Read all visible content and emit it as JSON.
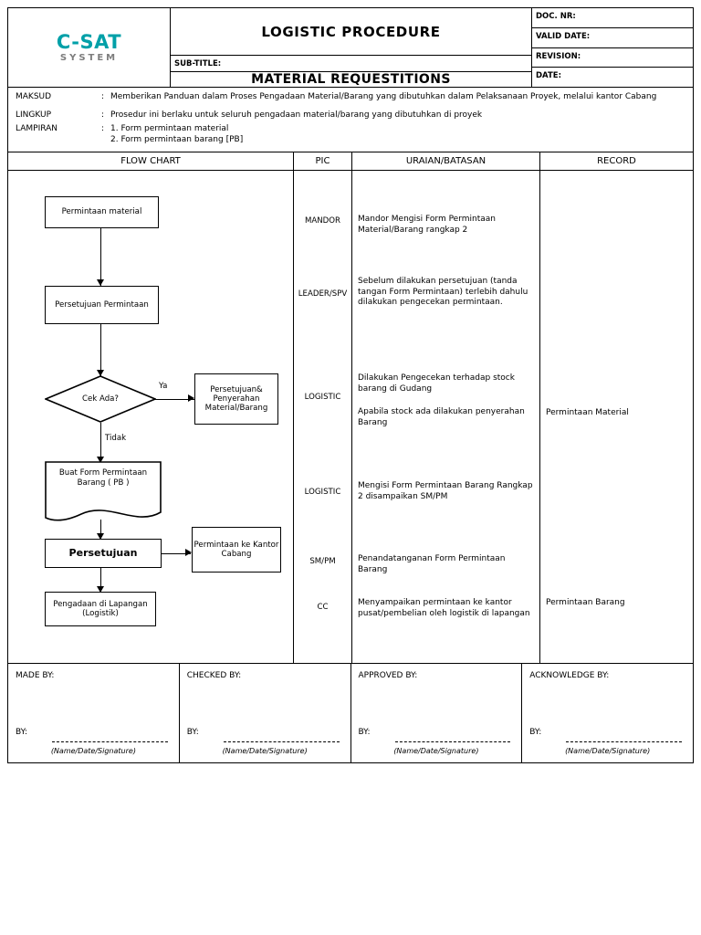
{
  "header": {
    "logo_main": "C-SAT",
    "logo_sub": "SYSTEM",
    "title": "LOGISTIC PROCEDURE",
    "subtitle_label": "SUB-TITLE:",
    "subtitle": "MATERIAL REQUESTITIONS",
    "fields": [
      {
        "label": "DOC. NR:"
      },
      {
        "label": "VALID DATE:"
      },
      {
        "label": "REVISION:"
      },
      {
        "label": "DATE:"
      }
    ]
  },
  "meta": {
    "maksud_label": "MAKSUD",
    "maksud_value": "Memberikan Panduan dalam Proses Pengadaan Material/Barang yang dibutuhkan dalam Pelaksanaan Proyek, melalui kantor Cabang",
    "lingkup_label": "LINGKUP",
    "lingkup_value": "Prosedur ini berlaku untuk seluruh pengadaan material/barang  yang dibutuhkan di proyek",
    "lampiran_label": "LAMPIRAN",
    "lampiran_value": "1. Form permintaan material",
    "lampiran_value2": "2. Form permintaan barang [PB]",
    "colon": ":"
  },
  "columns": {
    "flow_chart": "FLOW CHART",
    "pic": "PIC",
    "uraian": "URAIAN/BATASAN",
    "record": "RECORD"
  },
  "flow": {
    "n1": "Permintaan material",
    "n2": "Persetujuan Permintaan",
    "n3": "Cek Ada?",
    "n3_yes": "Ya",
    "n3_no": "Tidak",
    "n4": "Persetujuan& Penyerahan Material/Barang",
    "n5": "Buat Form Permintaan Barang ( PB )",
    "n6": "Persetujuan",
    "n7": "Permintaan ke Kantor Cabang",
    "n8": "Pengadaan di Lapangan (Logistik)"
  },
  "pic": [
    "MANDOR",
    "LEADER/SPV",
    "LOGISTIC",
    "LOGISTIC",
    "SM/PM",
    "CC"
  ],
  "uraian": [
    "Mandor Mengisi Form Permintaan Material/Barang rangkap 2",
    "Sebelum dilakukan persetujuan (tanda tangan Form Permintaan) terlebih dahulu dilakukan pengecekan permintaan.",
    "Dilakukan Pengecekan terhadap stock barang di Gudang",
    "Apabila stock ada dilakukan penyerahan Barang",
    "Mengisi Form Permintaan Barang Rangkap 2 disampaikan SM/PM",
    "Penandatanganan Form Permintaan Barang",
    "Menyampaikan permintaan ke kantor pusat/pembelian oleh logistik di lapangan"
  ],
  "record": [
    "Permintaan Material",
    "Permintaan Barang"
  ],
  "footer": {
    "cells": [
      {
        "title": "MADE BY:",
        "by": "BY:",
        "name": "(Name/Date/Signature)"
      },
      {
        "title": "CHECKED BY:",
        "by": "BY:",
        "name": "(Name/Date/Signature)"
      },
      {
        "title": "APPROVED BY:",
        "by": "BY:",
        "name": "(Name/Date/Signature)"
      },
      {
        "title": "ACKNOWLEDGE BY:",
        "by": "BY:",
        "name": "(Name/Date/Signature)"
      }
    ]
  },
  "colors": {
    "logo_teal": "#00a0a8",
    "logo_gray": "#7d7d7d",
    "line": "#000000"
  }
}
